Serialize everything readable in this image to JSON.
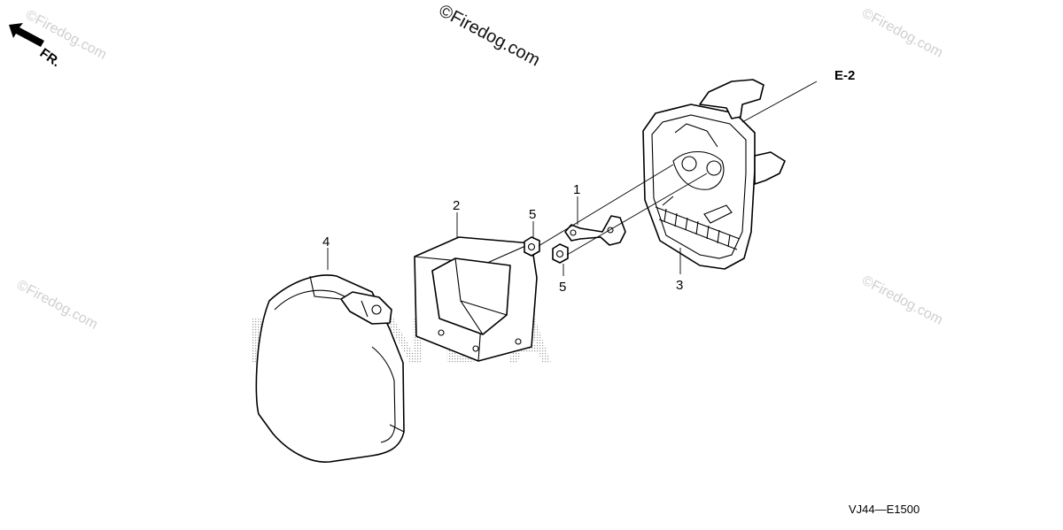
{
  "diagram": {
    "front_indicator": "FR.",
    "reference_label": "E-2",
    "drawing_code": "VJ44—E1500",
    "background_logo": "HONDA",
    "parts": [
      {
        "number": "1"
      },
      {
        "number": "2"
      },
      {
        "number": "3"
      },
      {
        "number": "4"
      },
      {
        "number": "5"
      },
      {
        "number": "5"
      }
    ]
  },
  "watermarks": {
    "main": "©Firedog.com",
    "faint": "©Firedog.com"
  }
}
